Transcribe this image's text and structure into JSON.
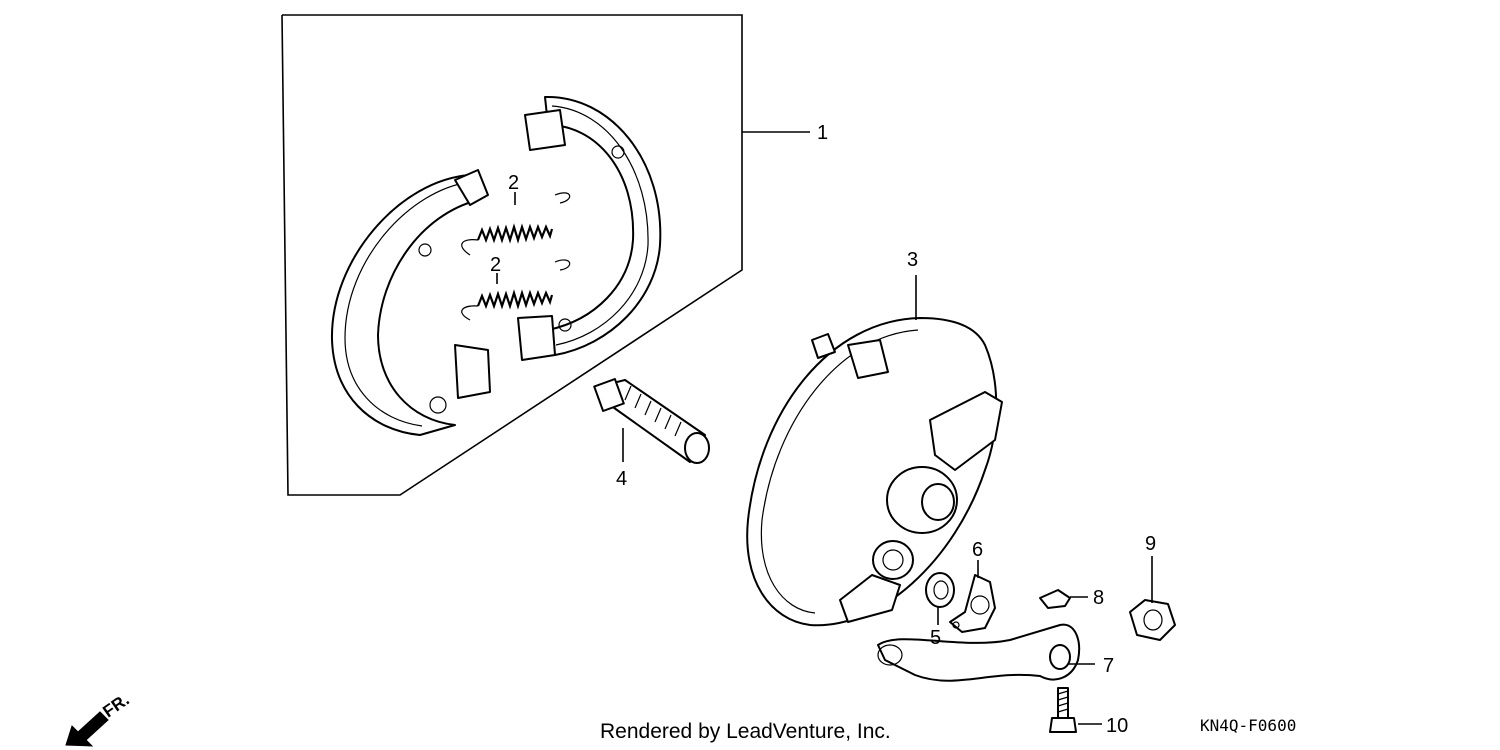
{
  "diagram": {
    "callouts": [
      {
        "id": "1",
        "label": "1"
      },
      {
        "id": "2a",
        "label": "2"
      },
      {
        "id": "2b",
        "label": "2"
      },
      {
        "id": "3",
        "label": "3"
      },
      {
        "id": "4",
        "label": "4"
      },
      {
        "id": "5",
        "label": "5"
      },
      {
        "id": "6",
        "label": "6"
      },
      {
        "id": "7",
        "label": "7"
      },
      {
        "id": "8",
        "label": "8"
      },
      {
        "id": "9",
        "label": "9"
      },
      {
        "id": "10",
        "label": "10"
      }
    ],
    "footer_text": "Rendered by LeadVenture, Inc.",
    "diagram_code": "KN4Q-F0600",
    "direction_label": "FR."
  }
}
